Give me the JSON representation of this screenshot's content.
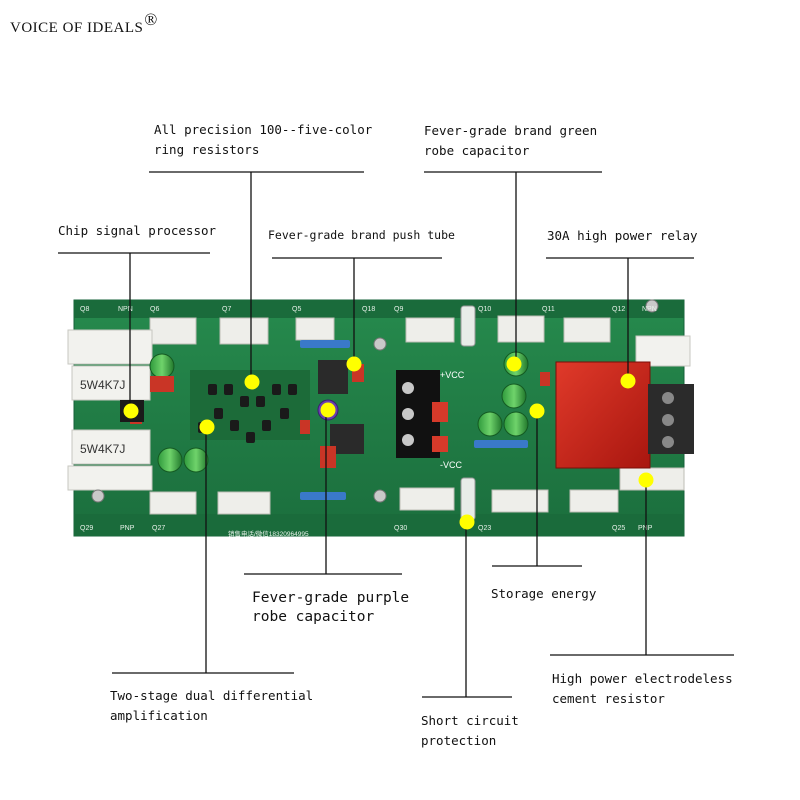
{
  "brand": {
    "name": "VOICE OF IDEALS",
    "mark": "®"
  },
  "labels": {
    "precision_resistors": "All precision 100--five-color\nring resistors",
    "green_capacitor": "Fever-grade brand green\nrobe capacitor",
    "chip_processor": "Chip signal processor",
    "push_tube": "Fever-grade brand push tube",
    "relay": "30A high power relay",
    "purple_capacitor": "Fever-grade purple\nrobe capacitor",
    "storage_energy": "Storage energy",
    "differential": "Two-stage dual differential\namplification",
    "short_circuit": "Short circuit\nprotection",
    "cement_resistor": "High power electrodeless\ncement resistor"
  },
  "board": {
    "silkscreen": {
      "npn_left": "NPN",
      "npn_right": "NPN",
      "pnp_left": "PNP",
      "pnp_right": "PNP",
      "q_top": [
        "Q8",
        "Q6",
        "Q7",
        "Q5",
        "Q18",
        "Q9",
        "Q10",
        "Q11",
        "Q12"
      ],
      "q_bottom": [
        "Q29",
        "Q27",
        "Q30",
        "Q23",
        "Q25"
      ],
      "cement_res_text": "5W4K7J",
      "vcc_top": "+VCC",
      "vcc_bottom": "-VCC",
      "phone": "销售电话/微信18320964995"
    },
    "colors": {
      "pcb": "#1f7a44",
      "pcb_dark": "#16603a",
      "highlight": "#ffff00"
    }
  }
}
